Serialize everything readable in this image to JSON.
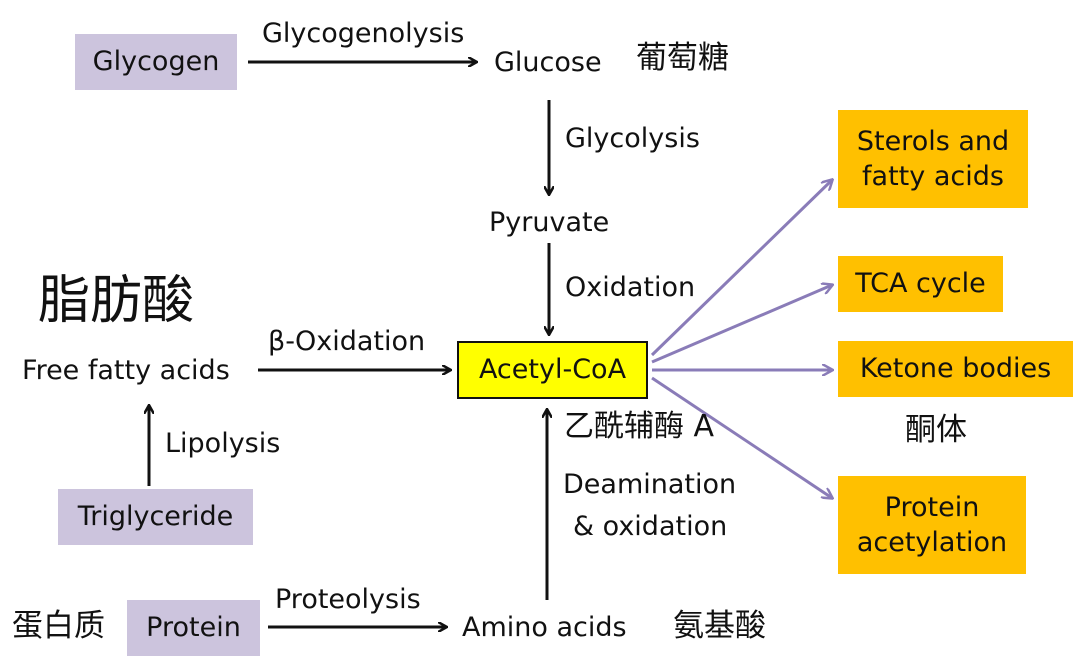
{
  "nodes": {
    "glycogen": "Glycogen",
    "glucose": "Glucose",
    "glucose_cn": "葡萄糖",
    "pyruvate": "Pyruvate",
    "fatty_acids_cn": "脂肪酸",
    "free_fatty_acids": "Free fatty acids",
    "triglyceride": "Triglyceride",
    "acetyl_coa": "Acetyl-CoA",
    "acetyl_coa_cn": "乙酰辅酶 A",
    "protein_cn": "蛋白质",
    "protein": "Protein",
    "amino_acids": "Amino acids",
    "amino_acids_cn": "氨基酸",
    "sterols_line1": "Sterols and",
    "sterols_line2": "fatty acids",
    "tca_cycle": "TCA cycle",
    "ketone_bodies": "Ketone bodies",
    "ketone_bodies_cn": "酮体",
    "protein_acetylation_line1": "Protein",
    "protein_acetylation_line2": "acetylation"
  },
  "processes": {
    "glycogenolysis": "Glycogenolysis",
    "glycolysis": "Glycolysis",
    "oxidation": "Oxidation",
    "beta_oxidation": "β-Oxidation",
    "lipolysis": "Lipolysis",
    "deamination_line1": "Deamination",
    "deamination_line2": "& oxidation",
    "proteolysis": "Proteolysis"
  },
  "colors": {
    "source_box": "#ccc4dd",
    "product_box": "#ffc000",
    "center_box": "#ffff00",
    "black_arrow": "#111111",
    "purple_arrow": "#8a7cb8"
  }
}
